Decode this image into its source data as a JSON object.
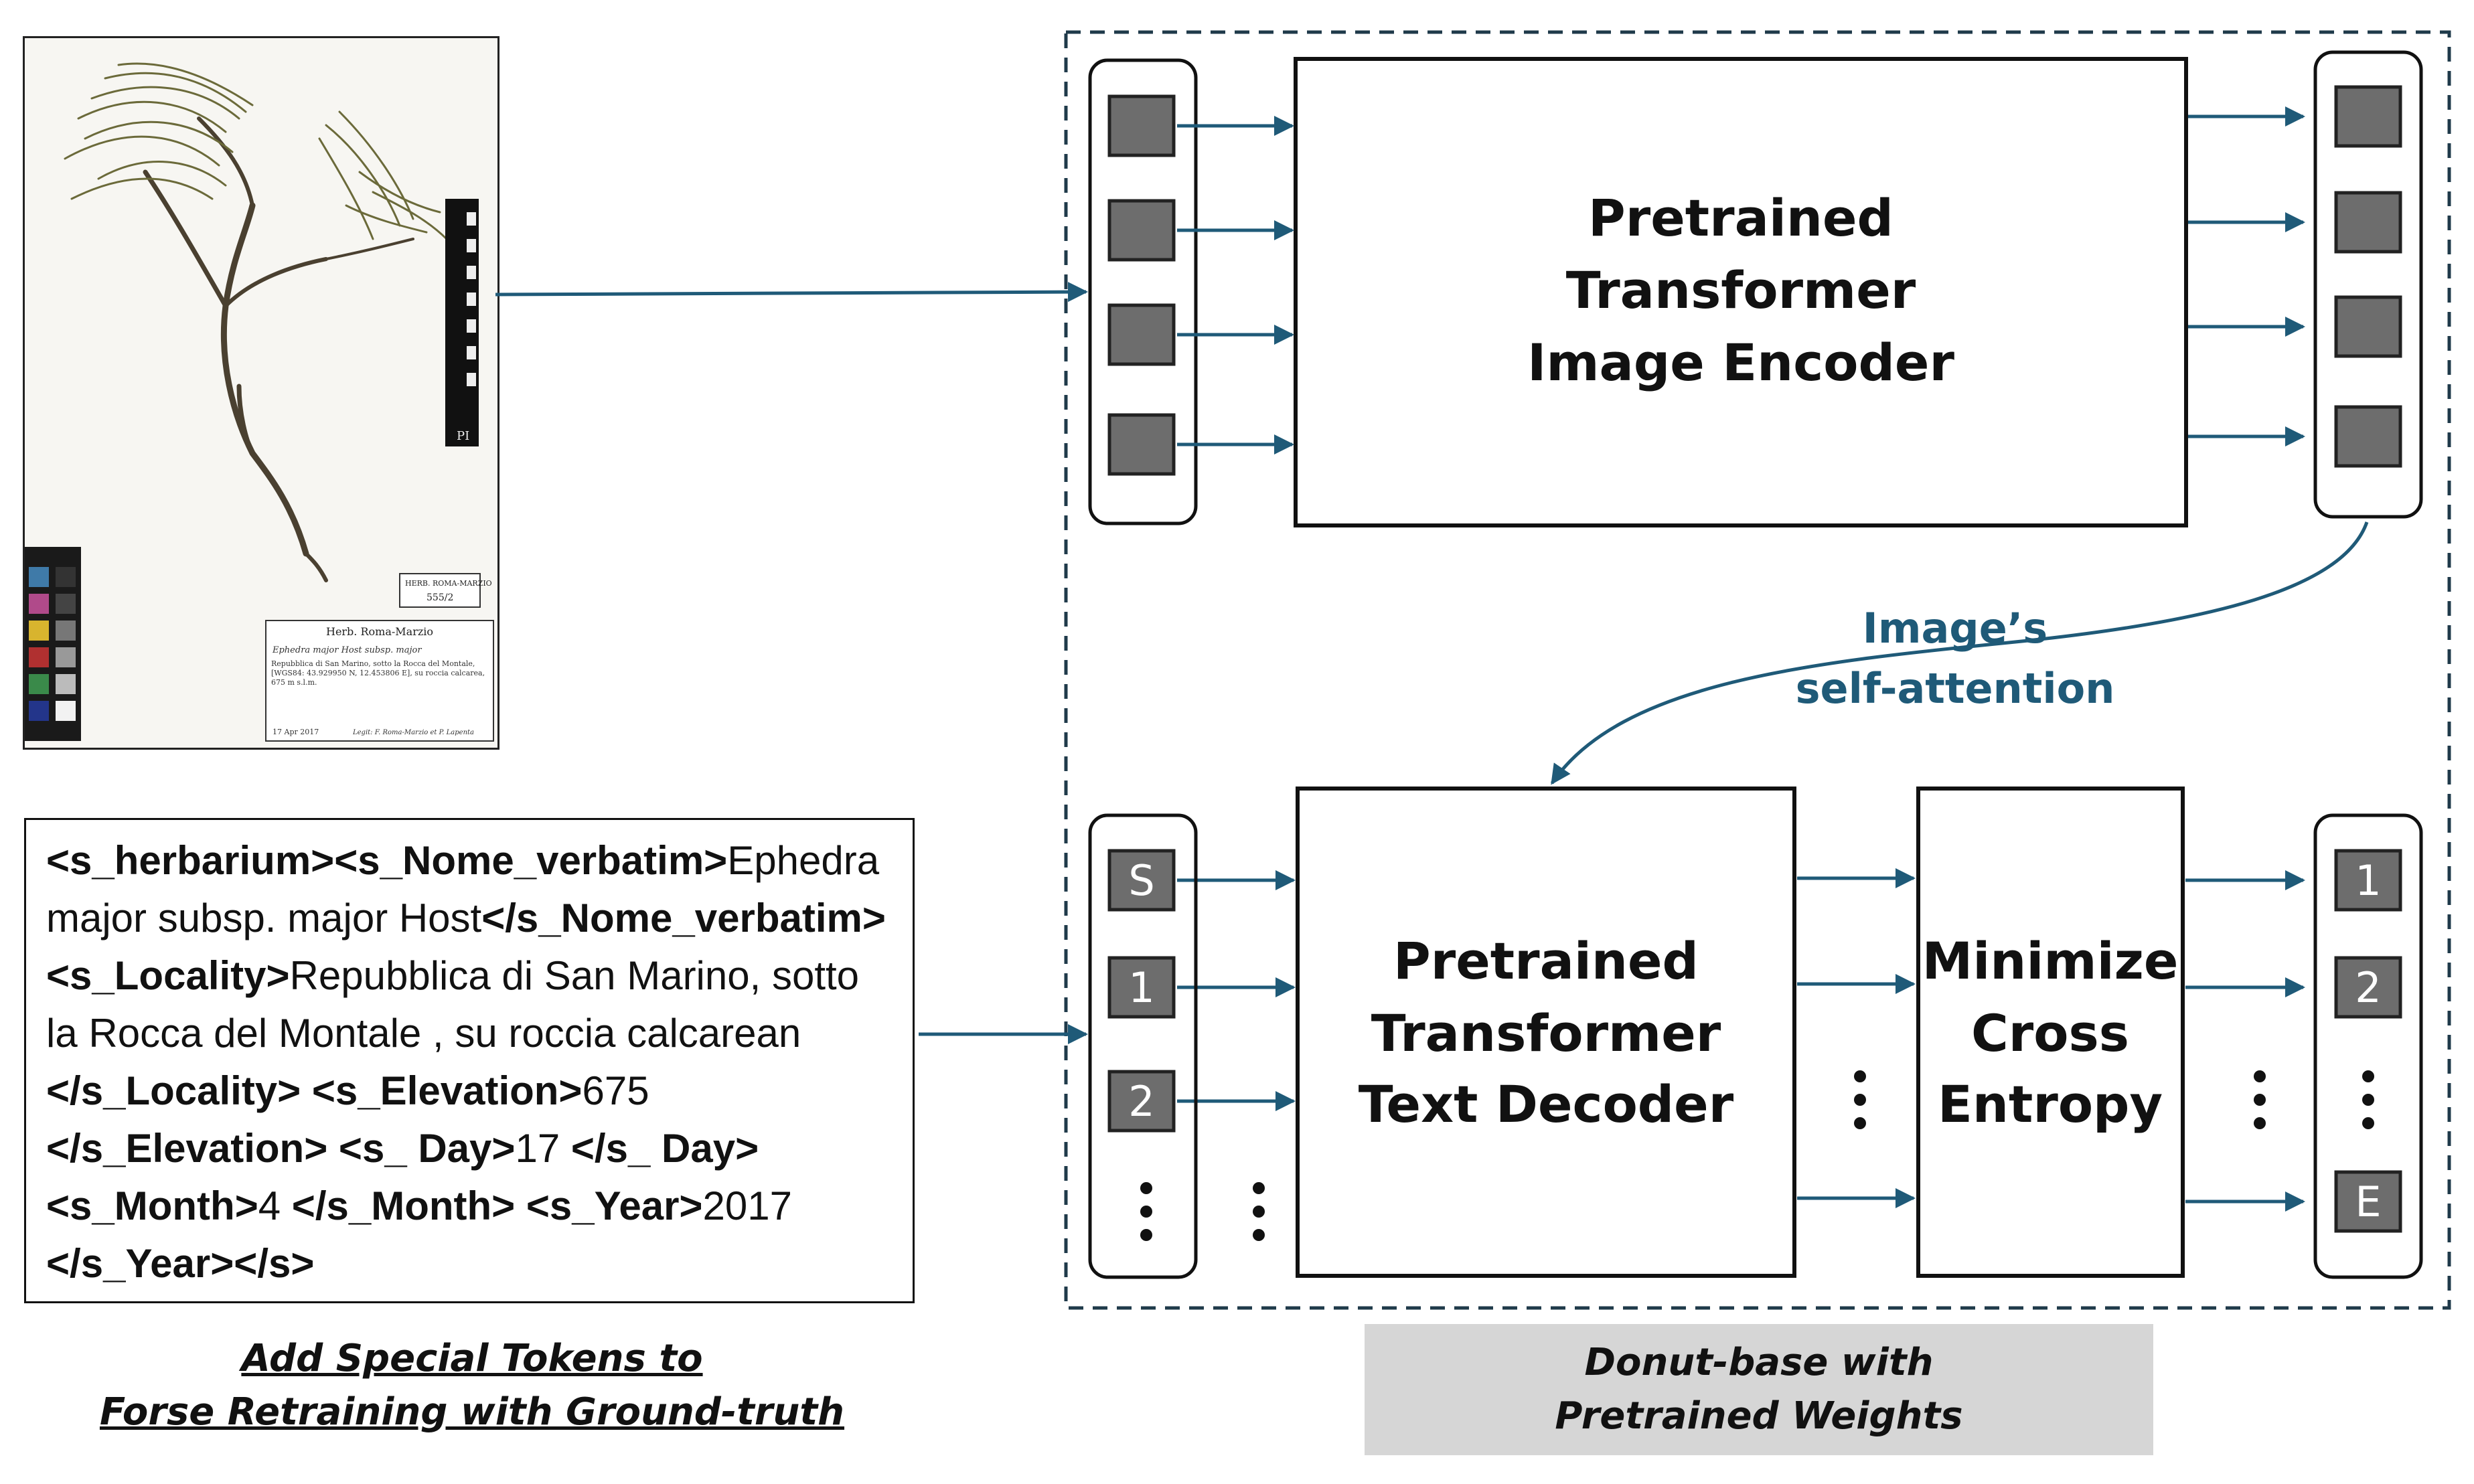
{
  "encoder": {
    "title_lines": [
      "Pretrained",
      "Transformer",
      "Image Encoder"
    ]
  },
  "decoder": {
    "title_lines": [
      "Pretrained",
      "Transformer",
      "Text Decoder"
    ]
  },
  "loss": {
    "title_lines": [
      "Minimize",
      "Cross",
      "Entropy"
    ]
  },
  "attention_label": [
    "Image’s",
    "self-attention"
  ],
  "decoder_input_tokens": [
    "S",
    "1",
    "2"
  ],
  "decoder_output_tokens": [
    "1",
    "2",
    "E"
  ],
  "specimen": {
    "label_header": "Herb. Roma-Marzio",
    "label_species": "Ephedra major Host subsp. major",
    "label_body": "Repubblica di San Marino, sotto la Rocca del Montale, [WGS84: 43.929950 N, 12.453806 E], su roccia calcarea, 675 m s.l.m.",
    "label_date": "17 Apr 2017",
    "label_legit": "Legit: F. Roma-Marzio et P. Lapenta",
    "small_label": "HERB. ROMA-MARZIO",
    "small_number": "555/2",
    "ruler_mark": "PI"
  },
  "ground_truth": [
    {
      "t": "<s_herbarium><s_Nome_verbatim>",
      "b": true
    },
    {
      "t": "Ephedra major subsp. major Host",
      "b": false
    },
    {
      "t": "</s_Nome_verbatim>",
      "b": true
    },
    {
      "t": " ",
      "b": false
    },
    {
      "t": "<s_Locality>",
      "b": true
    },
    {
      "t": "Repubblica di San Marino, sotto la Rocca del Montale , su roccia calcarean ",
      "b": false
    },
    {
      "t": "</s_Locality>",
      "b": true
    },
    {
      "t": " ",
      "b": false
    },
    {
      "t": "<s_Elevation>",
      "b": true
    },
    {
      "t": "675 ",
      "b": false
    },
    {
      "t": "</s_Elevation>",
      "b": true
    },
    {
      "t": " ",
      "b": false
    },
    {
      "t": "<s_ Day>",
      "b": true
    },
    {
      "t": "17 ",
      "b": false
    },
    {
      "t": "</s_ Day>",
      "b": true
    },
    {
      "t": " ",
      "b": false
    },
    {
      "t": "<s_Month>",
      "b": true
    },
    {
      "t": "4 ",
      "b": false
    },
    {
      "t": "</s_Month>",
      "b": true
    },
    {
      "t": " ",
      "b": false
    },
    {
      "t": "<s_Year>",
      "b": true
    },
    {
      "t": "2017 ",
      "b": false
    },
    {
      "t": "</s_Year></s>",
      "b": true
    }
  ],
  "captions": {
    "left": [
      "Add Special Tokens to",
      "Forse Retraining with Ground-truth"
    ],
    "right": [
      "Donut-base with",
      "Pretrained Weights"
    ]
  },
  "colors": {
    "arrow": "#1f5a78",
    "token_fill": "#6d6d6d",
    "caption_bg": "#d6d6d6"
  }
}
